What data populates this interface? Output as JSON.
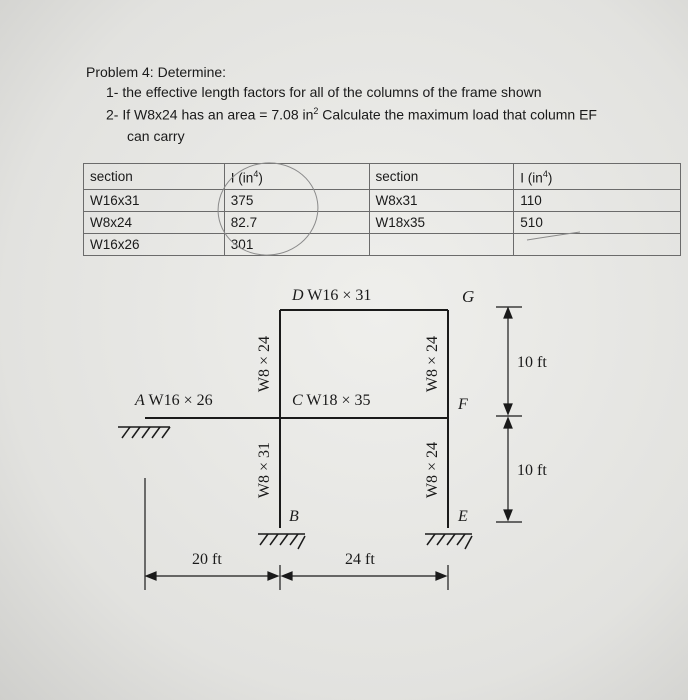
{
  "problem": {
    "title": "Problem 4: Determine:",
    "item1": "1-  the effective length factors for all of the columns of the frame shown",
    "item2_prefix": "2-  If W8x24 has an area = 7.08 in",
    "item2_sup": "2",
    "item2_suffix": " Calculate the maximum load that column EF",
    "item2_cont": "can carry"
  },
  "table": {
    "head": {
      "section_a": "section",
      "inertia_a_prefix": "I (in",
      "inertia_sup": "4",
      "inertia_suffix": ")",
      "section_b": "section",
      "inertia_b_prefix": "I (in"
    },
    "rows": [
      {
        "section_a": "W16x31",
        "i_a": "375",
        "section_b": "W8x31",
        "i_b": "110"
      },
      {
        "section_a": "W8x24",
        "i_a": "82.7",
        "section_b": "W18x35",
        "i_b": "510"
      },
      {
        "section_a": "W16x26",
        "i_a": "301",
        "section_b": "",
        "i_b": ""
      }
    ]
  },
  "frame": {
    "beam_top": "W16 × 31",
    "node_d": "D",
    "node_g": "G",
    "node_a": "A",
    "beam_left": "W16 × 26",
    "node_c": "C",
    "beam_mid": "W18 × 35",
    "node_f": "F",
    "node_b": "B",
    "node_e": "E",
    "col_bc_upper": "W8 × 24",
    "col_bc_lower": "W8 × 31",
    "col_ef_upper": "W8 × 24",
    "col_ef_lower": "W8 × 24",
    "dim_upper": "10 ft",
    "dim_lower": "10 ft",
    "dim_left": "20 ft",
    "dim_right": "24 ft"
  }
}
